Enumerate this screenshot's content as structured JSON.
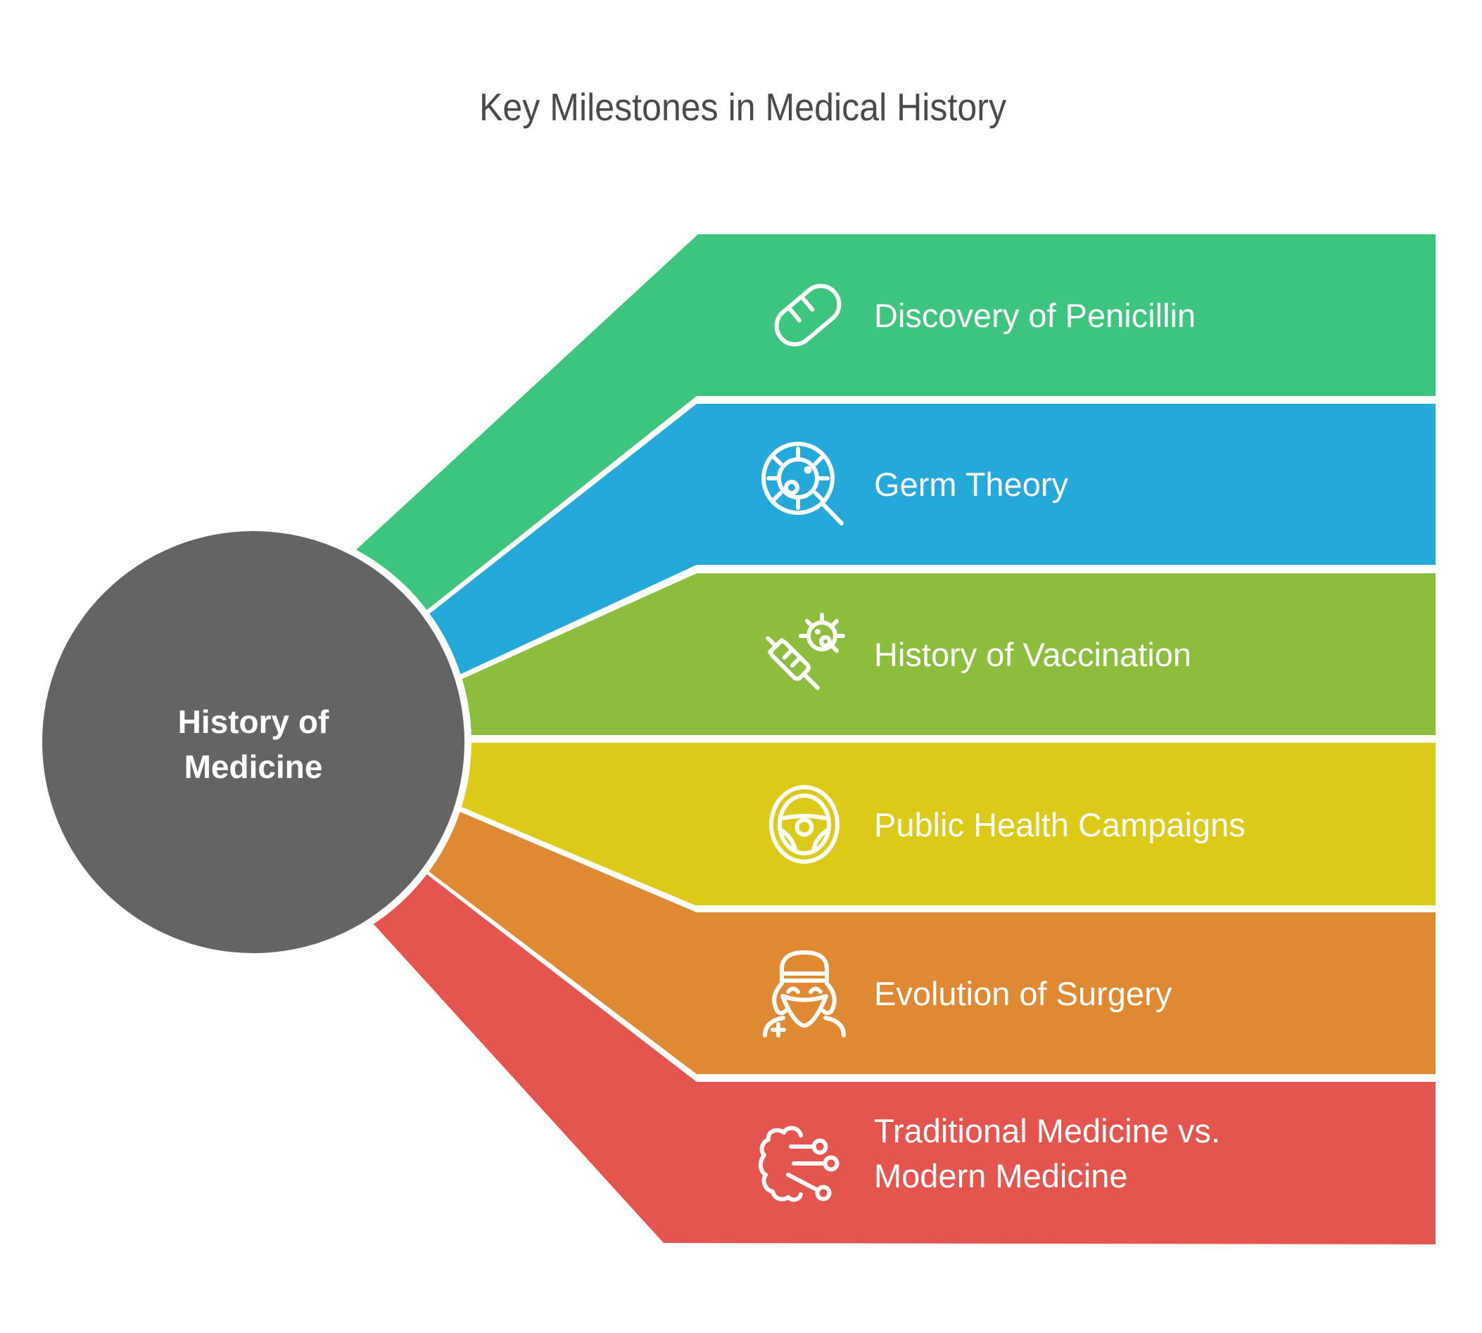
{
  "title": "Key Milestones in Medical History",
  "background": "#ffffff",
  "center": {
    "line1": "History of",
    "line2": "Medicine",
    "color": "#646464",
    "ring_color": "#ffffff",
    "text_color": "#ffffff"
  },
  "bands": [
    {
      "label": "Discovery of Penicillin",
      "color": "#3dc47e",
      "icon": "capsule-icon"
    },
    {
      "label": "Germ Theory",
      "color": "#25a9da",
      "icon": "germ-magnifier-icon"
    },
    {
      "label": "History of Vaccination",
      "color": "#8cbd3c",
      "icon": "syringe-germ-icon"
    },
    {
      "label": "Public Health Campaigns",
      "color": "#dbca18",
      "icon": "steering-wheel-icon"
    },
    {
      "label": "Evolution of Surgery",
      "color": "#df8a33",
      "icon": "surgeon-icon"
    },
    {
      "label": "Traditional Medicine vs.",
      "label2": "Modern Medicine",
      "color": "#e4554f",
      "icon": "brain-circuit-icon"
    }
  ]
}
